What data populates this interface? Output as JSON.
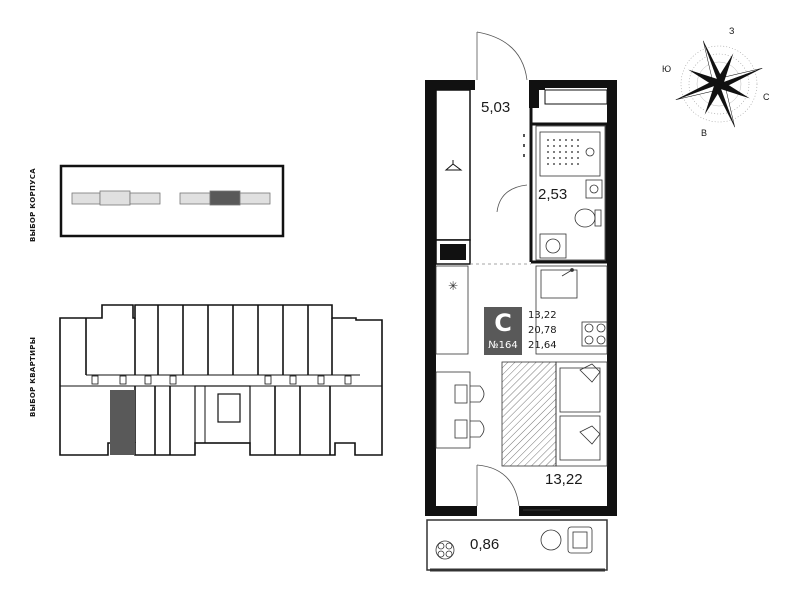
{
  "left_panel": {
    "building_select_label": "ВЫБОР КОРПУСА",
    "apartment_select_label": "ВЫБОР КВАРТИРЫ"
  },
  "apartment": {
    "type_letter": "С",
    "number": "№164",
    "areas": [
      "13,22",
      "20,78",
      "21,64"
    ]
  },
  "rooms": {
    "hall": "5,03",
    "bathroom": "2,53",
    "living": "13,22",
    "balcony": "0,86"
  },
  "compass": {
    "north": "З",
    "west": "Ю",
    "east": "С",
    "south": "В"
  },
  "colors": {
    "wall": "#111111",
    "selected_apartment": "#595959",
    "badge": "#595959"
  }
}
